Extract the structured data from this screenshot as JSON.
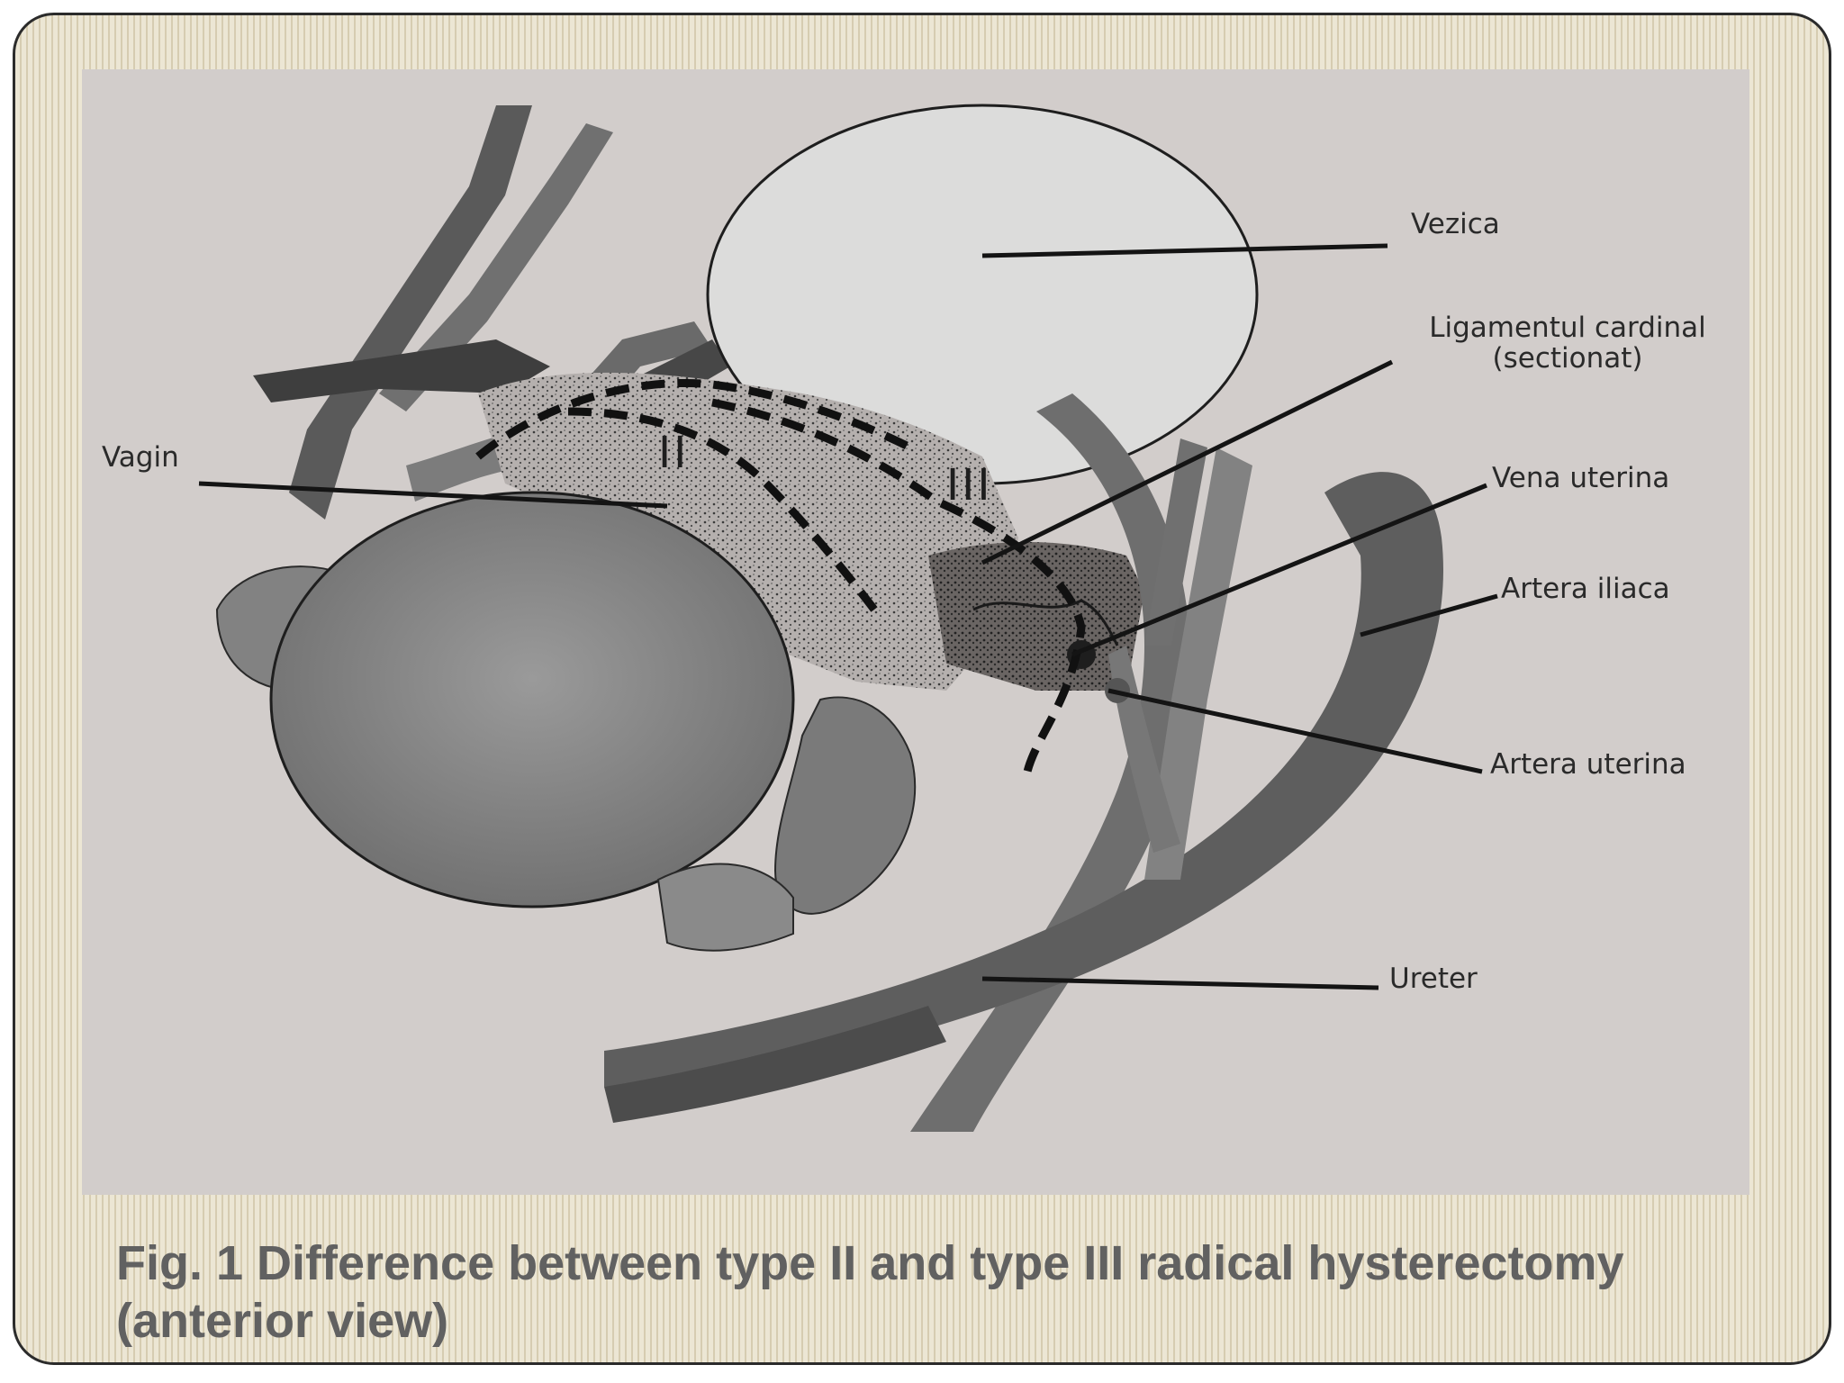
{
  "labels": {
    "vezica": "Vezica",
    "ligament_line1": "Ligamentul cardinal",
    "ligament_line2": "(sectionat)",
    "vagin": "Vagin",
    "vena_uterina": "Vena uterina",
    "artera_iliaca": "Artera iliaca",
    "artera_uterina": "Artera uterina",
    "ureter": "Ureter"
  },
  "markers": {
    "type_ii": "II",
    "type_iii": "III"
  },
  "caption": {
    "line1": "Fig. 1 Difference between type II and type III radical hysterectomy",
    "line2": "(anterior view)"
  }
}
